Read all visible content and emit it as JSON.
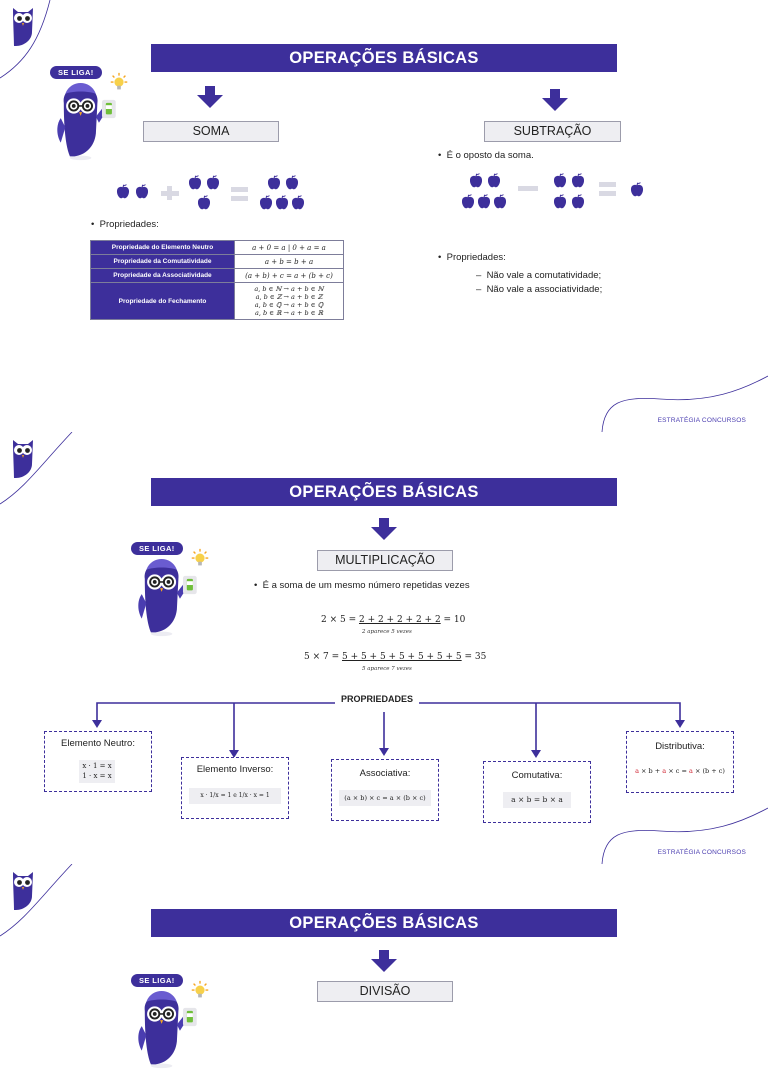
{
  "slide1": {
    "title": "OPERAÇÕES BÁSICAS",
    "badge": "SE LIGA!",
    "soma_label": "SOMA",
    "subtracao_label": "SUBTRAÇÃO",
    "subtracao_bullet": "É o oposto da soma.",
    "propriedades_label": "Propriedades:",
    "table": [
      {
        "name": "Propriedade do Elemento Neutro",
        "value": "a + 0 = a  |  0 + a = a"
      },
      {
        "name": "Propriedade da Comutatividade",
        "value": "a + b = b + a"
      },
      {
        "name": "Propriedade da Associatividade",
        "value": "(a + b) + c = a + (b + c)"
      }
    ],
    "fechamento": {
      "name": "Propriedade do Fechamento",
      "lines": [
        "a, b ∈ ℕ → a + b ∈ ℕ",
        "a, b ∈ ℤ → a + b ∈ ℤ",
        "a, b ∈ ℚ → a + b ∈ ℚ",
        "a, b ∈ ℝ → a + b ∈ ℝ"
      ]
    },
    "subtracao_propriedades_label": "Propriedades:",
    "subtracao_items": [
      "Não vale a comutatividade;",
      "Não vale a associatividade;"
    ],
    "footer": "ESTRATÉGIA CONCURSOS"
  },
  "slide2": {
    "title": "OPERAÇÕES BÁSICAS",
    "badge": "SE LIGA!",
    "multiplicacao_label": "MULTIPLICAÇÃO",
    "bullet": "É a soma de um mesmo número repetidas vezes",
    "eq1": {
      "left": "2 × 5 = ",
      "sum": "2 + 2 + 2 + 2 + 2",
      "right": " = 10",
      "note": "2 aparece 5 vezes"
    },
    "eq2": {
      "left": "5 × 7 = ",
      "sum": "5 + 5 + 5 + 5 + 5 + 5 + 5",
      "right": " = 35",
      "note": "5 aparece 7 vezes"
    },
    "propriedades_header": "PROPRIEDADES",
    "props": [
      {
        "title": "Elemento Neutro:",
        "formula_lines": [
          "x · 1 = x",
          "1 · x = x"
        ]
      },
      {
        "title": "Elemento Inverso:",
        "formula": "x · 1/x = 1   e   1/x · x = 1"
      },
      {
        "title": "Associativa:",
        "formula": "(a × b) × c = a × (b × c)"
      },
      {
        "title": "Comutativa:",
        "formula": "a × b = b × a"
      },
      {
        "title": "Distributiva:",
        "formula_parts": [
          "a",
          " × b + ",
          "a",
          " × c = ",
          "a",
          " × (b + c)"
        ]
      }
    ],
    "footer": "ESTRATÉGIA CONCURSOS"
  },
  "slide3": {
    "title": "OPERAÇÕES BÁSICAS",
    "badge": "SE LIGA!",
    "divisao_label": "DIVISÃO"
  },
  "colors": {
    "brand": "#3d2f9b",
    "apple": "#3d2f9b",
    "operator": "#d9d9e3",
    "highlight": "#d0202e"
  },
  "icons": [
    "owl-logo-icon",
    "owl-mascot-icon",
    "lightbulb-icon",
    "down-arrow-icon",
    "apple-icon",
    "plus-icon",
    "minus-icon",
    "equals-icon"
  ]
}
